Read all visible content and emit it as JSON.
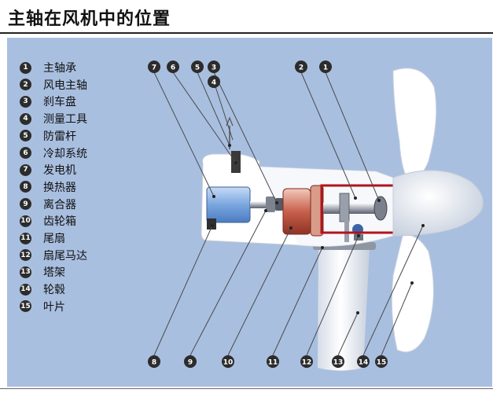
{
  "title": "主轴在风机中的位置",
  "legend": [
    {
      "num": "1",
      "label": "主轴承"
    },
    {
      "num": "2",
      "label": "风电主轴"
    },
    {
      "num": "3",
      "label": "刹车盘"
    },
    {
      "num": "4",
      "label": "测量工具"
    },
    {
      "num": "5",
      "label": "防雷杆"
    },
    {
      "num": "6",
      "label": "冷却系统"
    },
    {
      "num": "7",
      "label": "发电机"
    },
    {
      "num": "8",
      "label": "换热器"
    },
    {
      "num": "9",
      "label": "离合器"
    },
    {
      "num": "10",
      "label": "齿轮箱"
    },
    {
      "num": "11",
      "label": "尾扇"
    },
    {
      "num": "12",
      "label": "扇尾马达"
    },
    {
      "num": "13",
      "label": "塔架"
    },
    {
      "num": "14",
      "label": "轮毂"
    },
    {
      "num": "15",
      "label": "叶片"
    }
  ],
  "callouts_top": [
    "7",
    "6",
    "5",
    "3",
    "4",
    "2",
    "1"
  ],
  "callouts_bottom": [
    "8",
    "9",
    "10",
    "11",
    "12",
    "13",
    "14",
    "15"
  ],
  "colors": {
    "panel": "#a9bfe0",
    "highlight": "#b0141e",
    "badge": "#2c2c2c"
  }
}
